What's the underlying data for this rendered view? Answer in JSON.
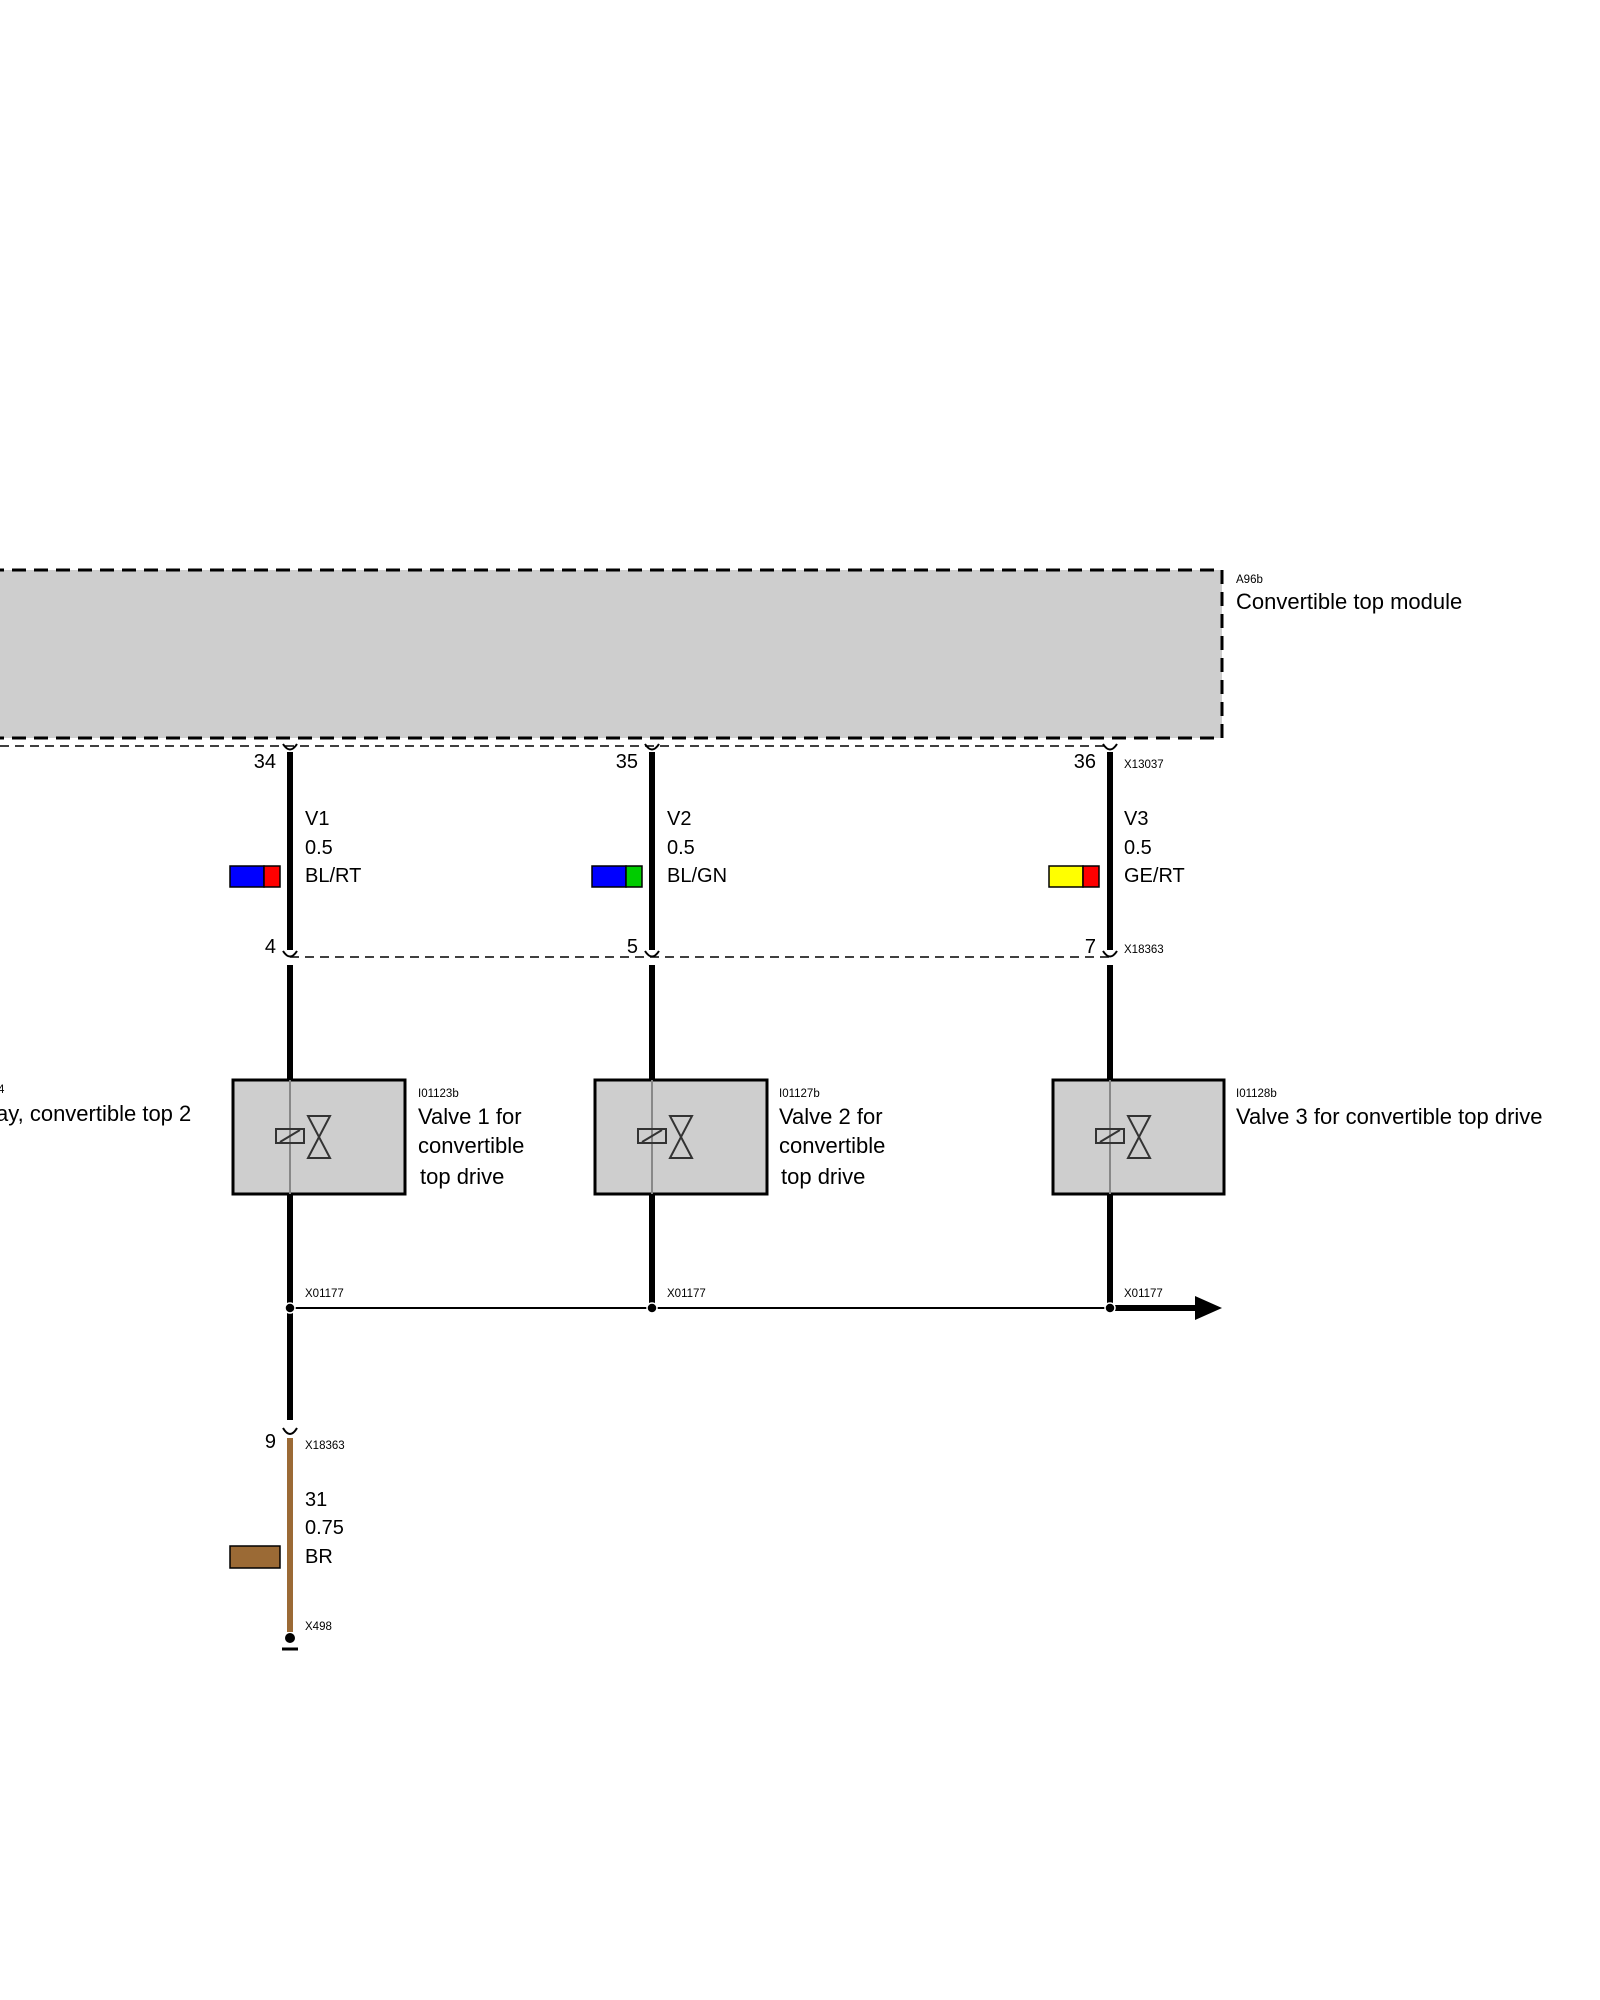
{
  "module": {
    "id": "A96b",
    "name": "Convertible top module",
    "fill_color": "#cecece"
  },
  "connectors": {
    "module": "X13037",
    "intermediate": "X18363",
    "ground_splice": "X01177",
    "ground_point": "X498"
  },
  "left_component": {
    "id_fragment": "4",
    "label_fragment": "ay, convertible top 2"
  },
  "valves": [
    {
      "id": "I01123b",
      "name_lines": [
        "Valve 1 for",
        "convertible",
        "top drive"
      ],
      "module_pin": "34",
      "intermediate_pin": "4",
      "signal": "V1",
      "cross_section": "0.5",
      "color_code": "BL/RT",
      "colors": [
        "#0000ff",
        "#ff0000"
      ],
      "splice": "X01177"
    },
    {
      "id": "I01127b",
      "name_lines": [
        "Valve 2 for",
        "convertible",
        "top drive"
      ],
      "module_pin": "35",
      "intermediate_pin": "5",
      "signal": "V2",
      "cross_section": "0.5",
      "color_code": "BL/GN",
      "colors": [
        "#0000ff",
        "#00cc00"
      ],
      "splice": "X01177"
    },
    {
      "id": "I01128b",
      "name_lines": [
        "Valve 3 for convertible top drive"
      ],
      "module_pin": "36",
      "intermediate_pin": "7",
      "signal": "V3",
      "cross_section": "0.5",
      "color_code": "GE/RT",
      "colors": [
        "#ffff00",
        "#ff0000"
      ],
      "splice": "X01177"
    }
  ],
  "ground_wire": {
    "intermediate_pin": "9",
    "signal": "31",
    "cross_section": "0.75",
    "color_code": "BR",
    "colors": [
      "#9b6a35"
    ]
  }
}
